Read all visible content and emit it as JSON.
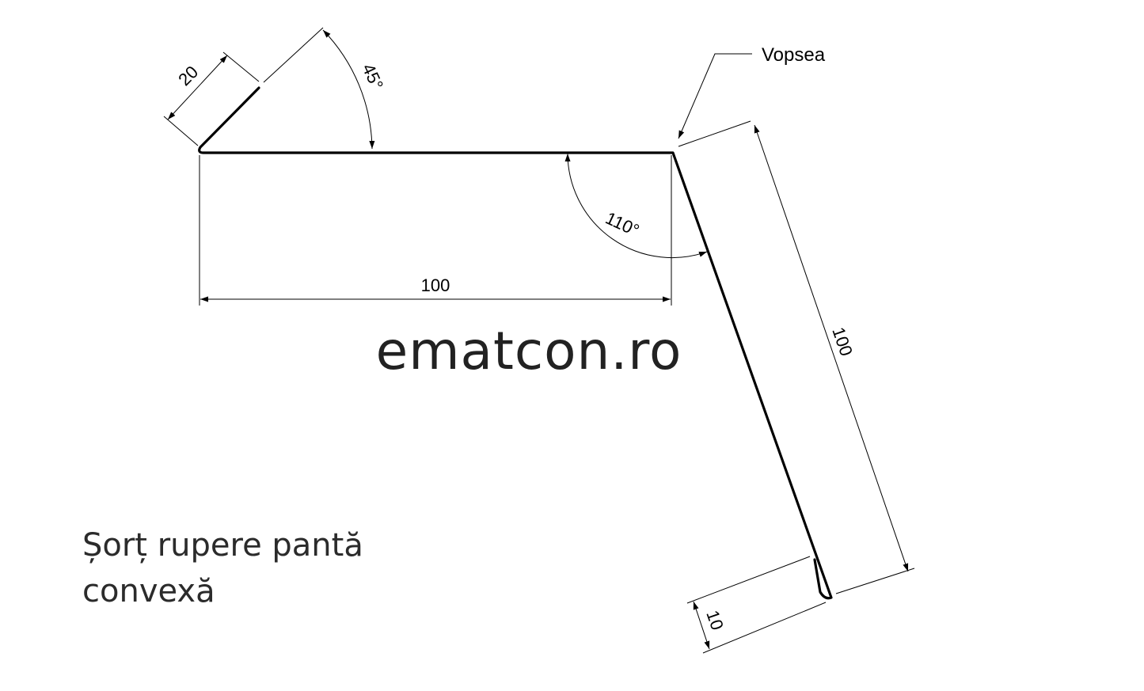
{
  "drawing": {
    "watermark": "ematcon.ro",
    "callout": "Vopsea",
    "dimensions": {
      "hem_length": "20",
      "hem_angle": "45°",
      "top_length": "100",
      "bend_angle": "110°",
      "slope_length": "100",
      "drip_length": "10"
    }
  },
  "title": {
    "line1": "Șorț rupere pantă",
    "line2": "convexă"
  },
  "colors": {
    "line": "#000000",
    "watermark": "#222222",
    "title": "#2b2b2b"
  }
}
